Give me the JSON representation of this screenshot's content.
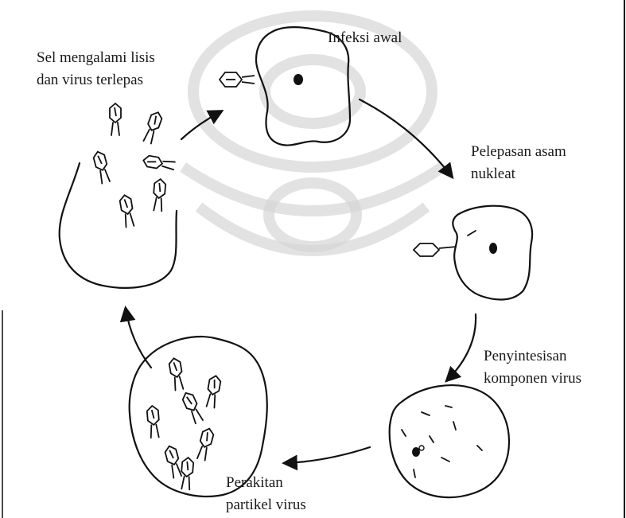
{
  "labels": {
    "lysis_line1": "Sel mengalami lisis",
    "lysis_line2": "dan virus terlepas",
    "infection": "Infeksi awal",
    "release_line1": "Pelepasan asam",
    "release_line2": "nukleat",
    "synthesis_line1": "Penyintesisan",
    "synthesis_line2": "komponen virus",
    "assembly_line1": "Perakitan",
    "assembly_line2": "partikel virus"
  },
  "colors": {
    "ink": "#111111",
    "watermark": "#d6d6d6",
    "background": "#ffffff"
  }
}
